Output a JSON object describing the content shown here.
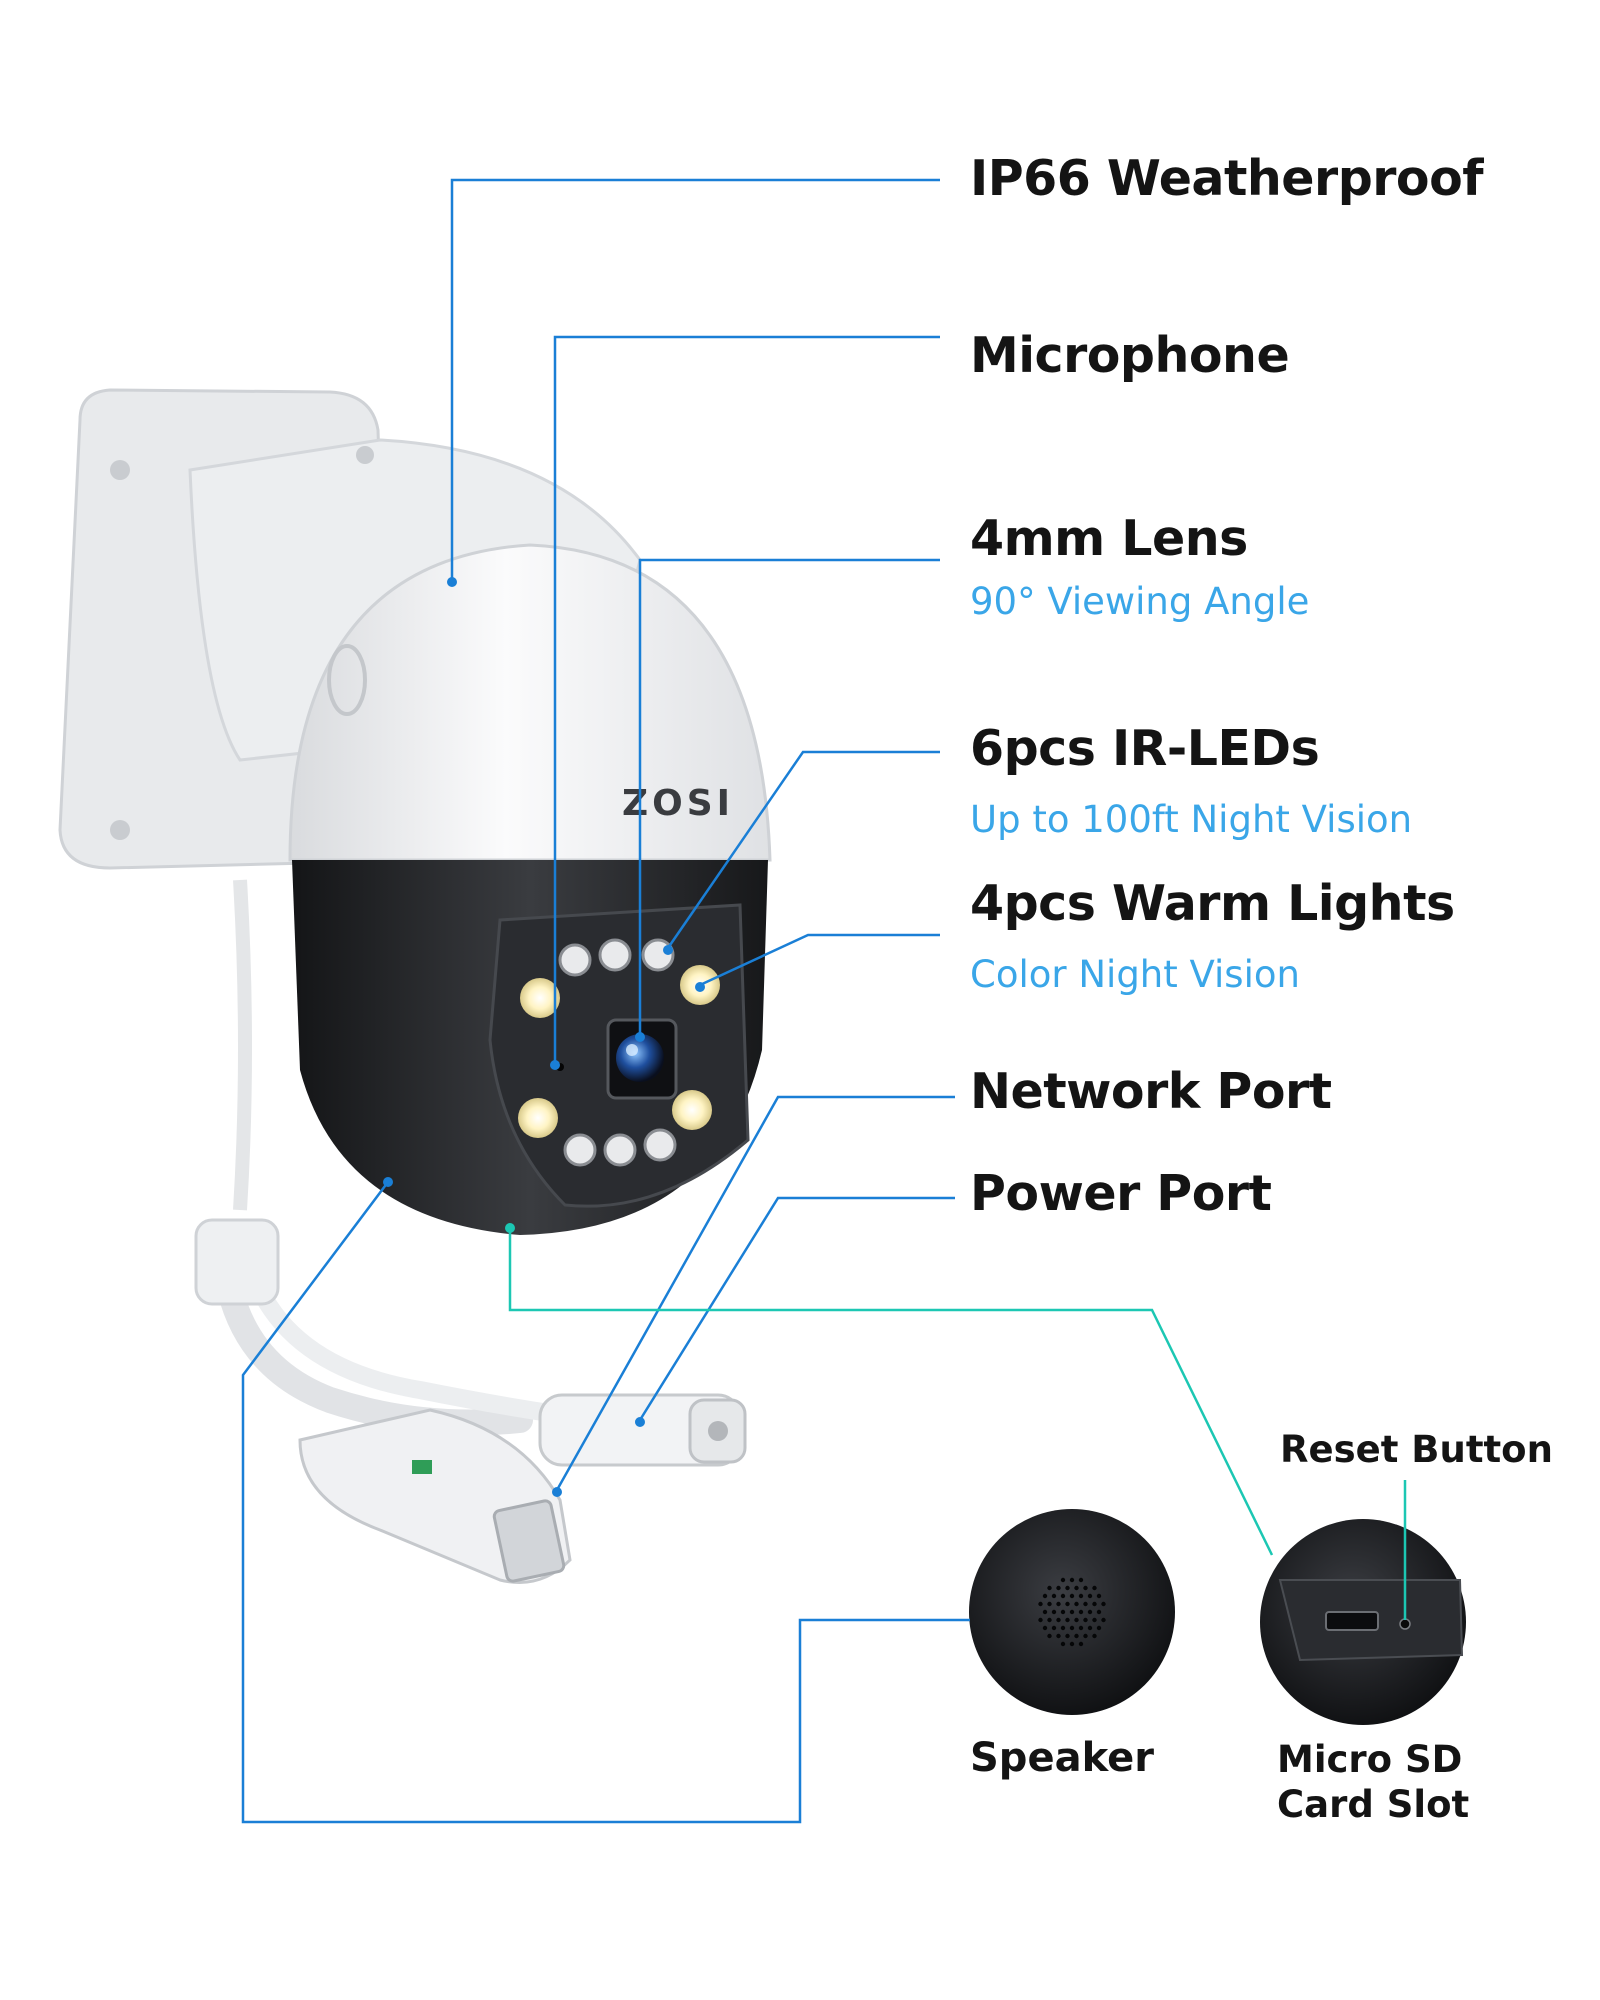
{
  "brand": "ZOSI",
  "colors": {
    "leader_line": "#1a7fd6",
    "leader_line_teal": "#1cc7b3",
    "sub_text": "#3aa6e8",
    "body_white": "#f1f2f3",
    "body_black": "#1e1f22",
    "led_warm": "#fff6cf"
  },
  "callouts": {
    "ip66": {
      "title": "IP66 Weatherproof"
    },
    "microphone": {
      "title": "Microphone"
    },
    "lens": {
      "title": "4mm Lens",
      "subtitle": "90° Viewing Angle"
    },
    "ir_leds": {
      "title": "6pcs IR-LEDs",
      "subtitle": "Up to 100ft Night Vision"
    },
    "warm_lights": {
      "title": "4pcs Warm Lights",
      "subtitle": "Color Night Vision"
    },
    "network_port": {
      "title": "Network Port"
    },
    "power_port": {
      "title": "Power Port"
    },
    "reset_button": {
      "title": "Reset Button"
    },
    "speaker": {
      "title": "Speaker"
    },
    "sd_slot": {
      "title_line1": "Micro SD",
      "title_line2": "Card Slot"
    }
  }
}
